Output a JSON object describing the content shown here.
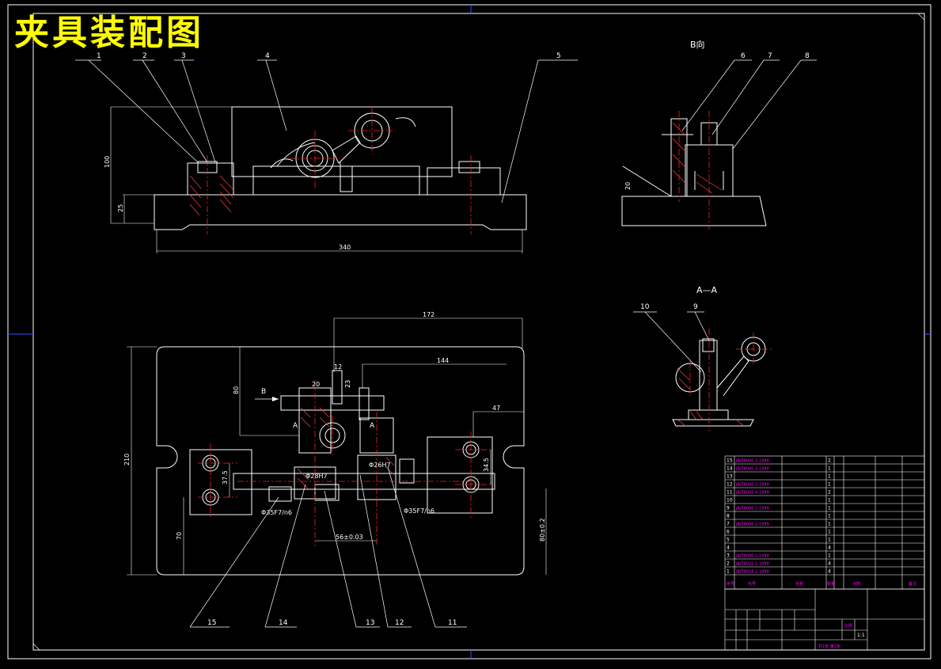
{
  "title": "夹具装配图",
  "views": {
    "b_view": "B向",
    "section_aa": "A—A",
    "arrow_b": "B",
    "section_mark": "A"
  },
  "balloons": [
    "1",
    "2",
    "3",
    "4",
    "5",
    "6",
    "7",
    "8",
    "9",
    "10",
    "11",
    "12",
    "13",
    "14",
    "15"
  ],
  "dimensions": {
    "front_width": "340",
    "front_height": "100",
    "front_base": "25",
    "side_20": "20",
    "top_172": "172",
    "top_144": "144",
    "top_47": "47",
    "top_80": "80",
    "top_210": "210",
    "top_20": "20",
    "top_12": "12",
    "top_23": "23",
    "top_37_5": "37.5",
    "top_34_5": "34.5",
    "top_70": "70",
    "top_56": "56±0.03",
    "top_80b": "80±0.2",
    "fit_left": "Φ35F7/n6",
    "fit_right": "Φ35F7/n6",
    "fit_h1": "Φ28H7",
    "fit_h2": "Φ26H7"
  },
  "parts_list": {
    "rows": [
      {
        "no": "15",
        "code": "JB/T8006.3-1999",
        "name": "",
        "qty": "2",
        "mat": "",
        "note": ""
      },
      {
        "no": "14",
        "code": "JB/T8045.3-1999",
        "name": "",
        "qty": "1",
        "mat": "",
        "note": ""
      },
      {
        "no": "13",
        "code": "",
        "name": "",
        "qty": "1",
        "mat": "",
        "note": ""
      },
      {
        "no": "12",
        "code": "JB/T8045.2-1999",
        "name": "",
        "qty": "1",
        "mat": "",
        "note": ""
      },
      {
        "no": "11",
        "code": "JB/T8045.4-1999",
        "name": "",
        "qty": "2",
        "mat": "",
        "note": ""
      },
      {
        "no": "10",
        "code": "",
        "name": "",
        "qty": "1",
        "mat": "",
        "note": ""
      },
      {
        "no": "9",
        "code": "JB/T8006.1-1999",
        "name": "",
        "qty": "1",
        "mat": "",
        "note": ""
      },
      {
        "no": "8",
        "code": "",
        "name": "",
        "qty": "1",
        "mat": "",
        "note": ""
      },
      {
        "no": "7",
        "code": "JB/T8006.2-1999",
        "name": "",
        "qty": "1",
        "mat": "",
        "note": ""
      },
      {
        "no": "6",
        "code": "",
        "name": "",
        "qty": "1",
        "mat": "",
        "note": ""
      },
      {
        "no": "5",
        "code": "",
        "name": "",
        "qty": "1",
        "mat": "",
        "note": ""
      },
      {
        "no": "4",
        "code": "",
        "name": "",
        "qty": "4",
        "mat": "",
        "note": ""
      },
      {
        "no": "3",
        "code": "JB/T8006.1-1999",
        "name": "",
        "qty": "1",
        "mat": "",
        "note": ""
      },
      {
        "no": "2",
        "code": "JB/T8021.1-1999",
        "name": "",
        "qty": "4",
        "mat": "",
        "note": ""
      },
      {
        "no": "1",
        "code": "JB/T8018.2-1999",
        "name": "",
        "qty": "4",
        "mat": "",
        "note": ""
      }
    ],
    "header": {
      "no": "序号",
      "code": "代号",
      "name": "名称",
      "qty": "数量",
      "mat": "材料",
      "note": "备注"
    }
  },
  "title_block": {
    "drawing_name": "",
    "scale_label": "比例",
    "scale": "1:1",
    "sheet": "共1张 第1张"
  }
}
